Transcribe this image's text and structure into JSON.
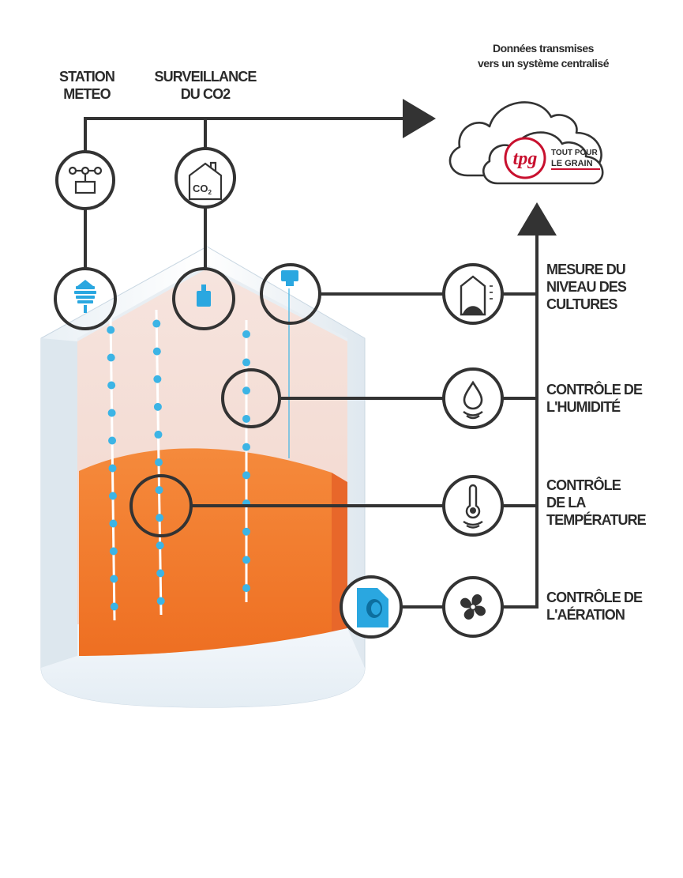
{
  "cloud": {
    "line1": "Données transmises",
    "line2": "vers un système centralisé"
  },
  "logo": {
    "mark": "tpg",
    "line1": "TOUT POUR",
    "line2": "LE GRAIN",
    "brand_color": "#c8102e"
  },
  "top_labels": {
    "station": [
      "STATION",
      "METEO"
    ],
    "co2": [
      "SURVEILLANCE",
      "DU CO2"
    ]
  },
  "co2_icon": {
    "text": "CO",
    "sub": "2"
  },
  "side_labels": {
    "niveau": [
      "MESURE DU",
      "NIVEAU DES",
      "CULTURES"
    ],
    "humidite": [
      "CONTRÔLE DE",
      "L'HUMIDITÉ"
    ],
    "temperature": [
      "CONTRÔLE",
      "DE LA",
      "TEMPÉRATURE"
    ],
    "aeration": [
      "CONTRÔLE DE",
      "L'AÉRATION"
    ]
  },
  "icons": [
    "weather-station-icon",
    "co2-monitor-icon",
    "level-sensor-icon",
    "humidity-drop-icon",
    "thermometer-icon",
    "fan-icon",
    "sensor-head-icon",
    "aeration-duct-icon",
    "cloud-icon"
  ],
  "colors": {
    "line": "#333333",
    "grain": "#f07a2c",
    "sensor": "#3cb4e5",
    "silo_wall": "#d9e6ef",
    "silo_inside": "#f4ddd5"
  }
}
